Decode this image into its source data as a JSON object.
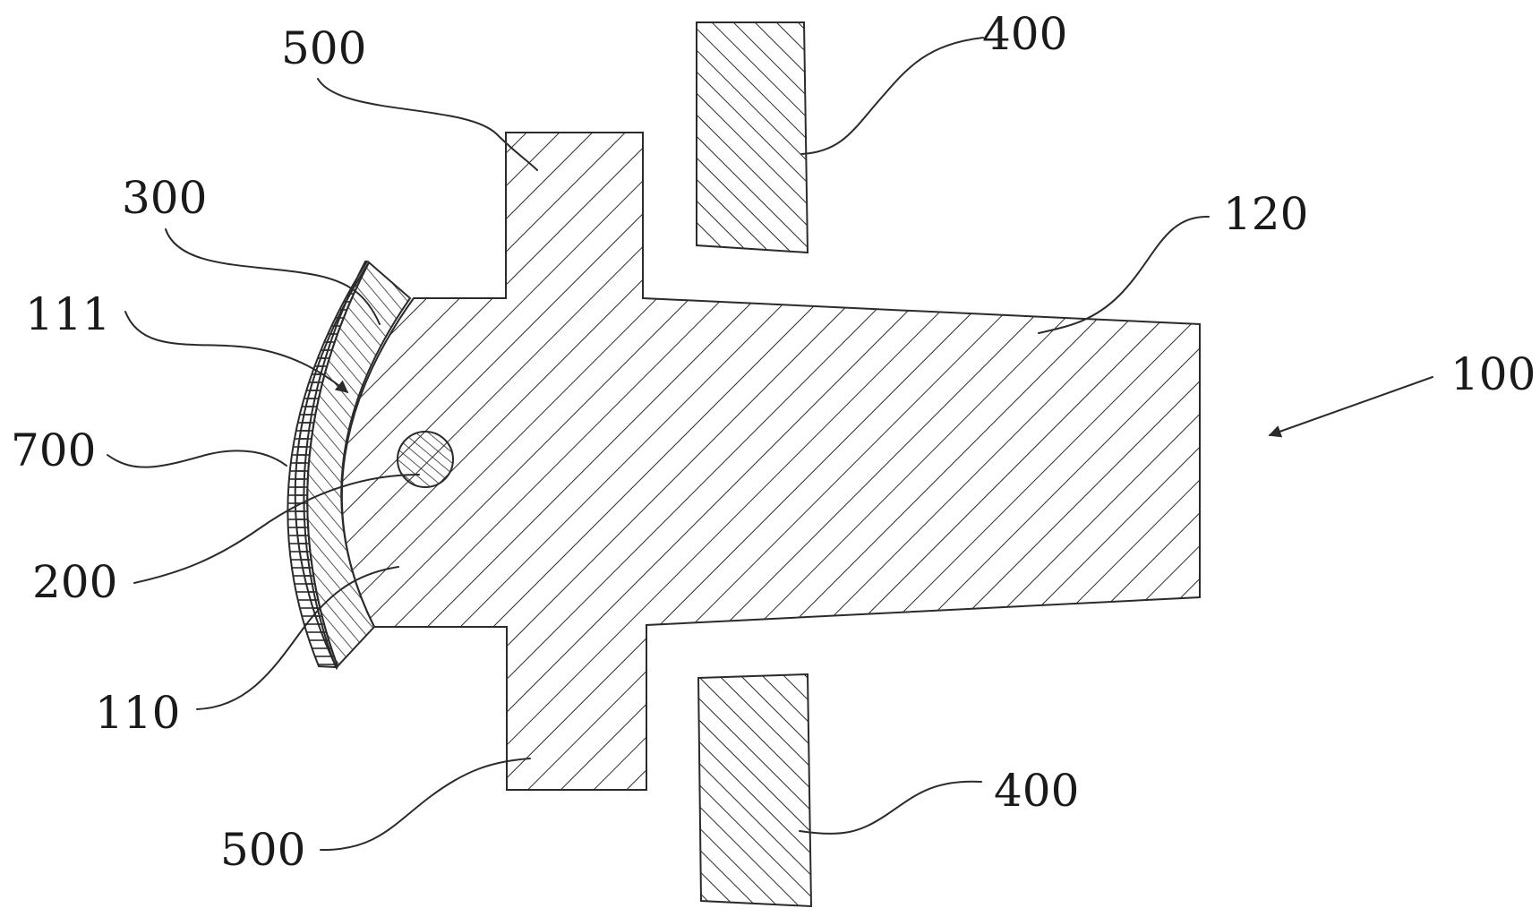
{
  "figure": {
    "ink_color": "#2b2b2b",
    "background": "#ffffff",
    "labels": {
      "assembly": "100",
      "body_head": "110",
      "head_face": "111",
      "body_tail": "120",
      "pin": "200",
      "pad_inner": "300",
      "magnet_top": "400",
      "magnet_bottom": "400",
      "flange_top": "500",
      "flange_bottom": "500",
      "pad_outer": "700"
    }
  }
}
